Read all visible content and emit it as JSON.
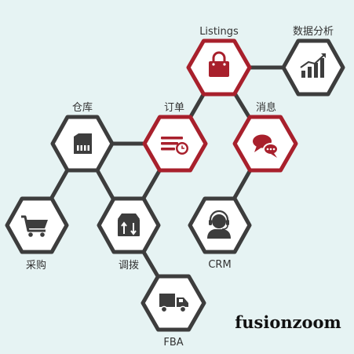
{
  "nodes": {
    "listings": {
      "label": "Listings"
    },
    "analytics": {
      "label": "数据分析"
    },
    "warehouse": {
      "label": "仓库"
    },
    "orders": {
      "label": "订单"
    },
    "messages": {
      "label": "消息"
    },
    "purchase": {
      "label": "采购"
    },
    "transfer": {
      "label": "调拨"
    },
    "crm": {
      "label": "CRM"
    },
    "fba": {
      "label": "FBA"
    }
  },
  "brand": "fusionzoom",
  "colors": {
    "accent": "#a8202c",
    "hex_stroke_dark": "#3d3d3d",
    "hex_fill": "#ffffff",
    "connector": "#3d3d3d",
    "background": "#e6f3f3"
  }
}
